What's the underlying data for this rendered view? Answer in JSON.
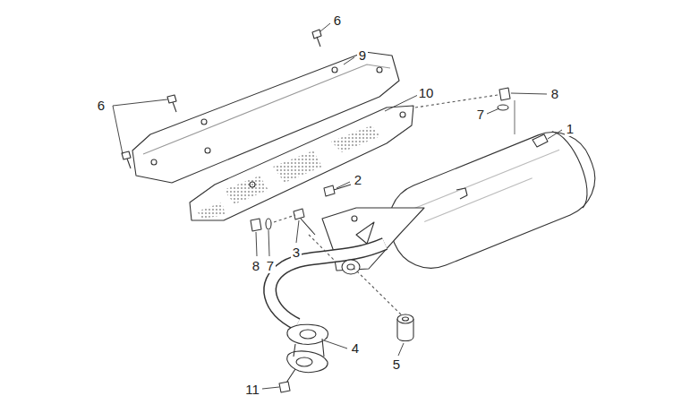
{
  "diagram": {
    "labels": [
      "6",
      "9",
      "10",
      "6",
      "8",
      "7",
      "1",
      "2",
      "3",
      "8",
      "7",
      "4",
      "5",
      "11"
    ]
  }
}
